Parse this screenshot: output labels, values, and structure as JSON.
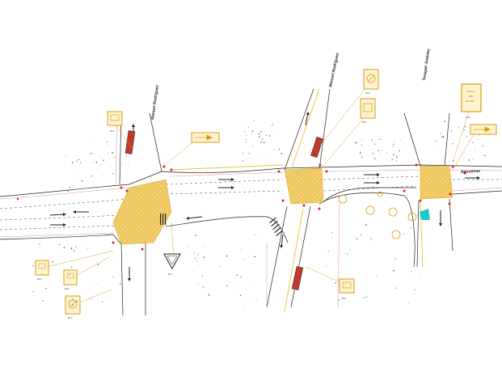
{
  "streets": {
    "manuel_rodriguez_left": "Manuel Rodriguez",
    "manuel_rodriguez_right": "Manuel Rodriguez",
    "tenapel_jimenez": "Tenapel Jiménez",
    "agustinas": "Agustinas"
  },
  "signs": {
    "parada_top": "Paradero",
    "parada_bottom": "Paradero",
    "calle_sin_salida": [
      "CALLE",
      "SIN",
      "SALIDA"
    ]
  },
  "colors": {
    "crosshatch": "#f3c64a",
    "sign": "#d89b17",
    "bus": "#c0392b",
    "marker": "#e02020",
    "accent": "#1fc7c7"
  }
}
